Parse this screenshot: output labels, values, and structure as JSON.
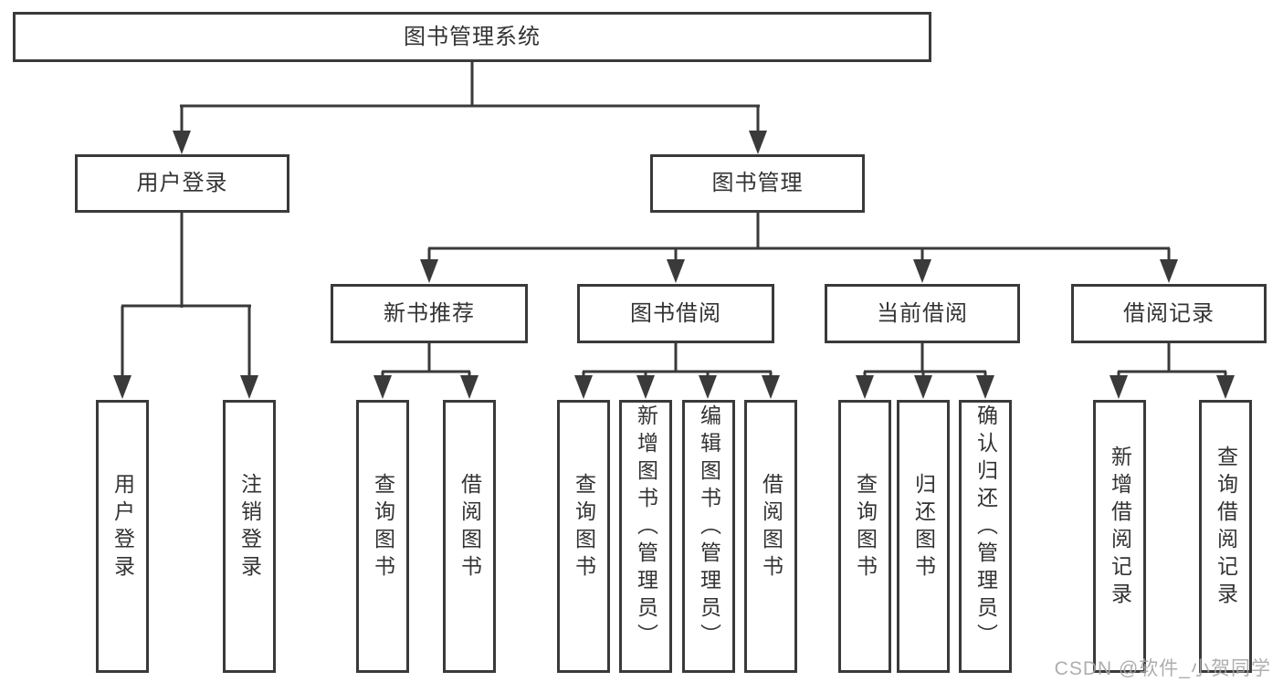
{
  "tree": {
    "root": {
      "label": "图书管理系统",
      "children": [
        {
          "label": "用户登录",
          "children": [
            {
              "label": "用户登录"
            },
            {
              "label": "注销登录"
            }
          ]
        },
        {
          "label": "图书管理",
          "children": [
            {
              "label": "新书推荐",
              "children": [
                {
                  "label": "查询图书"
                },
                {
                  "label": "借阅图书"
                }
              ]
            },
            {
              "label": "图书借阅",
              "children": [
                {
                  "label": "查询图书"
                },
                {
                  "label": "新增图书（管理员）"
                },
                {
                  "label": "编辑图书（管理员）"
                },
                {
                  "label": "借阅图书"
                }
              ]
            },
            {
              "label": "当前借阅",
              "children": [
                {
                  "label": "查询图书"
                },
                {
                  "label": "归还图书"
                },
                {
                  "label": "确认归还（管理员）"
                }
              ]
            },
            {
              "label": "借阅记录",
              "children": [
                {
                  "label": "新增借阅记录"
                },
                {
                  "label": "查询借阅记录"
                }
              ]
            }
          ]
        }
      ]
    }
  },
  "watermark": "CSDN @软件_小贺同学",
  "colors": {
    "line": "#3a3a3a",
    "text": "#333333",
    "watermark": "#a5a5a5",
    "background": "#ffffff"
  }
}
